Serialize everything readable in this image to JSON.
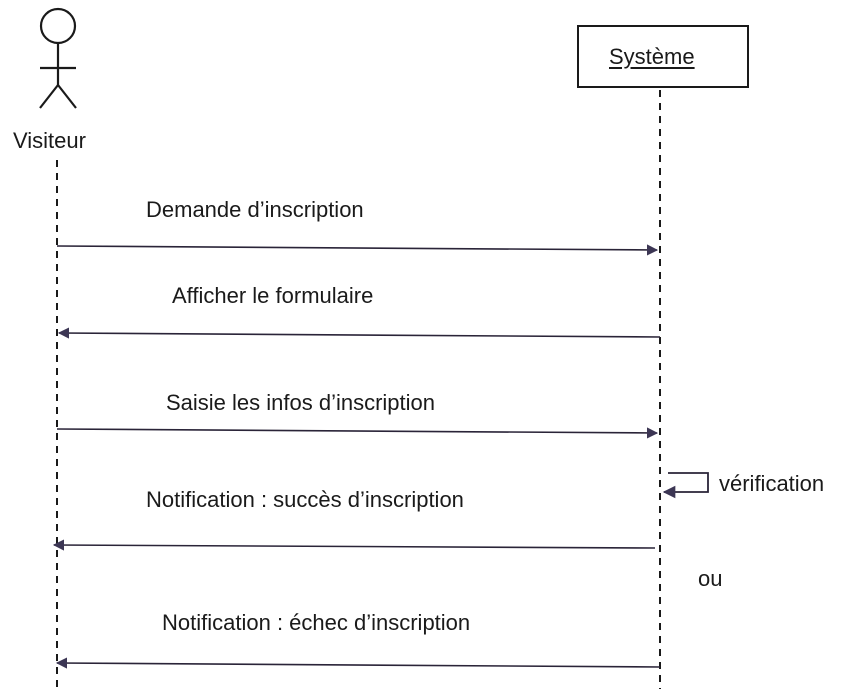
{
  "actor": {
    "label": "Visiteur"
  },
  "system": {
    "label": "Système"
  },
  "messages": [
    {
      "label": "Demande d’inscription",
      "direction": "to-system"
    },
    {
      "label": "Afficher le formulaire",
      "direction": "to-actor"
    },
    {
      "label": "Saisie les infos d’inscription",
      "direction": "to-system"
    },
    {
      "label": "Notification : succès d’inscription",
      "direction": "to-actor"
    },
    {
      "label": "Notification : échec d’inscription",
      "direction": "to-actor"
    }
  ],
  "self_message": {
    "label": "vérification"
  },
  "alternative": {
    "label": "ou"
  },
  "colors": {
    "line": "#1a1a1a",
    "arrow_line": "#2a2438",
    "arrowhead": "#3c3654"
  }
}
